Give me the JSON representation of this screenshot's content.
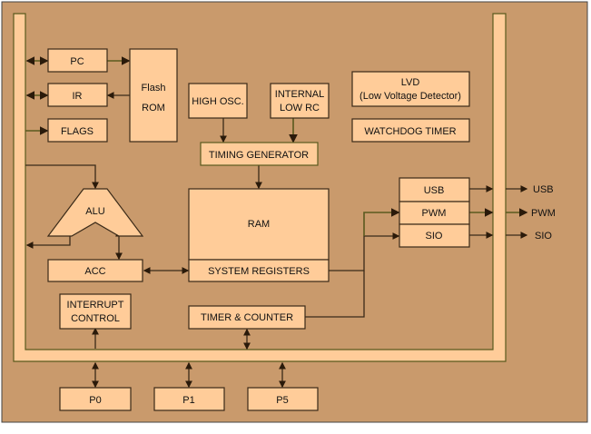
{
  "colors": {
    "background": "#C99A6C",
    "block_fill": "#FFCC99",
    "line": "#3a2a18"
  },
  "blocks": {
    "pc": "PC",
    "ir": "IR",
    "flags": "FLAGS",
    "flash_rom": [
      "Flash",
      "ROM"
    ],
    "high_osc": "HIGH OSC.",
    "internal_low_rc": [
      "INTERNAL",
      "LOW RC"
    ],
    "timing_generator": "TIMING GENERATOR",
    "lvd": [
      "LVD",
      "(Low Voltage Detector)"
    ],
    "watchdog_timer": "WATCHDOG TIMER",
    "alu": "ALU",
    "ram": "RAM",
    "system_registers": "SYSTEM REGISTERS",
    "acc": "ACC",
    "usb": "USB",
    "pwm": "PWM",
    "sio": "SIO",
    "interrupt_control": [
      "INTERRUPT",
      "CONTROL"
    ],
    "timer_counter": "TIMER & COUNTER",
    "p0": "P0",
    "p1": "P1",
    "p5": "P5"
  },
  "outputs": [
    "USB",
    "PWM",
    "SIO"
  ]
}
